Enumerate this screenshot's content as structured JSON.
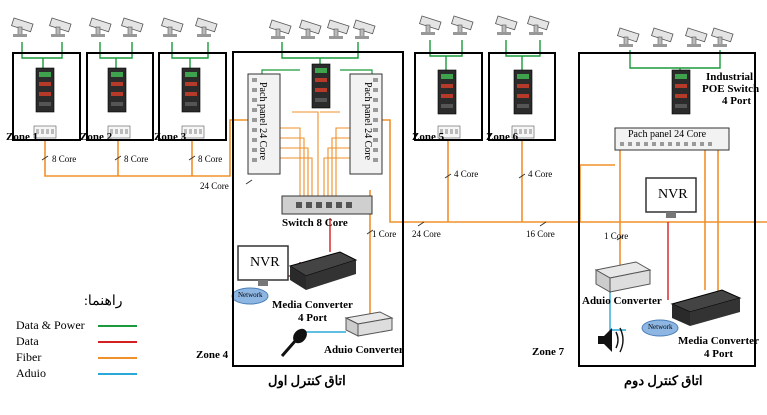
{
  "zones": {
    "zone1": "Zone 1",
    "zone2": "Zone 2",
    "zone3": "Zone 3",
    "zone4": "Zone 4",
    "zone5": "Zone 5",
    "zone6": "Zone 6",
    "zone7": "Zone 7"
  },
  "rooms": {
    "room1": "اتاق کنترل اول",
    "room2": "اتاق کنترل دوم"
  },
  "devices": {
    "patch_panel_left": "Pach panel 24 Core",
    "patch_panel_right": "Pach panel 24 Core",
    "patch_panel_room2": "Pach panel 24 Core",
    "switch": "Switch 8 Core",
    "nvr1": "NVR",
    "nvr2": "NVR",
    "network": "Network",
    "media_converter1_line1": "Media Converter",
    "media_converter1_line2": "4 Port",
    "media_converter2_line1": "Media Converter",
    "media_converter2_line2": "4 Port",
    "audio_converter1": "Aduio Converter",
    "audio_converter2": "Aduio  Converter",
    "poe_line1": "Industrial",
    "poe_line2": "POE Switch",
    "poe_line3": "4 Port"
  },
  "cables": {
    "z1": "8 Core",
    "z2": "8 Core",
    "z3": "8 Core",
    "trunk_left": "24 Core",
    "z4_one": "1 Core",
    "z5": "4 Core",
    "z6": "4 Core",
    "mid": "24 Core",
    "to_room2": "16 Core",
    "room2_one": "1 Core"
  },
  "legend": {
    "title": "راهنما:",
    "items": [
      {
        "label": "Data & Power",
        "color": "#1a9a3a"
      },
      {
        "label": "Data",
        "color": "#d42020"
      },
      {
        "label": "Fiber",
        "color": "#f0902a"
      },
      {
        "label": "Aduio",
        "color": "#2aa8d8"
      }
    ]
  },
  "colors": {
    "data_power": "#1a9a3a",
    "data": "#d42020",
    "fiber": "#f0902a",
    "audio": "#2aa8d8"
  }
}
